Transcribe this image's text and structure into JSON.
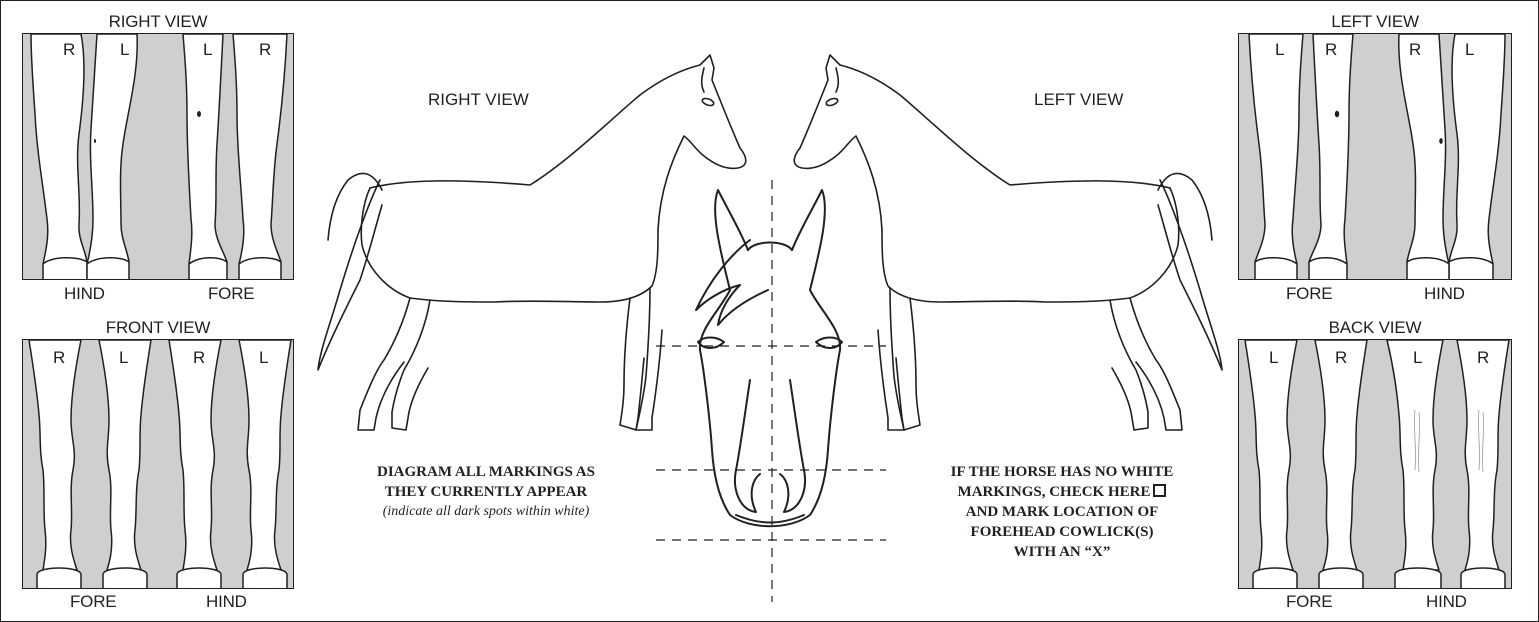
{
  "panels": {
    "top_left": {
      "title": "RIGHT VIEW",
      "legs": [
        "R",
        "L",
        "L",
        "R"
      ],
      "bottom_left": "HIND",
      "bottom_right": "FORE"
    },
    "bottom_left": {
      "title": "FRONT VIEW",
      "legs": [
        "R",
        "L",
        "R",
        "L"
      ],
      "bottom_left": "FORE",
      "bottom_right": "HIND"
    },
    "top_right": {
      "title": "LEFT VIEW",
      "legs": [
        "L",
        "R",
        "R",
        "L"
      ],
      "bottom_left": "FORE",
      "bottom_right": "HIND"
    },
    "bottom_right": {
      "title": "BACK VIEW",
      "legs": [
        "L",
        "R",
        "L",
        "R"
      ],
      "bottom_left": "FORE",
      "bottom_right": "HIND"
    }
  },
  "horse_labels": {
    "right": "RIGHT VIEW",
    "left": "LEFT VIEW"
  },
  "instructions": {
    "left_line1": "DIAGRAM ALL MARKINGS AS",
    "left_line2": "THEY CURRENTLY APPEAR",
    "left_note": "(indicate all dark spots within white)",
    "right_line1": "IF THE HORSE HAS NO WHITE",
    "right_line2": "MARKINGS, CHECK HERE",
    "right_line3": "AND MARK LOCATION OF",
    "right_line4": "FOREHEAD COWLICK(S)",
    "right_line5": "WITH AN “X”"
  },
  "colors": {
    "ink": "#231f20",
    "leg_background": "#cfcfcf"
  }
}
